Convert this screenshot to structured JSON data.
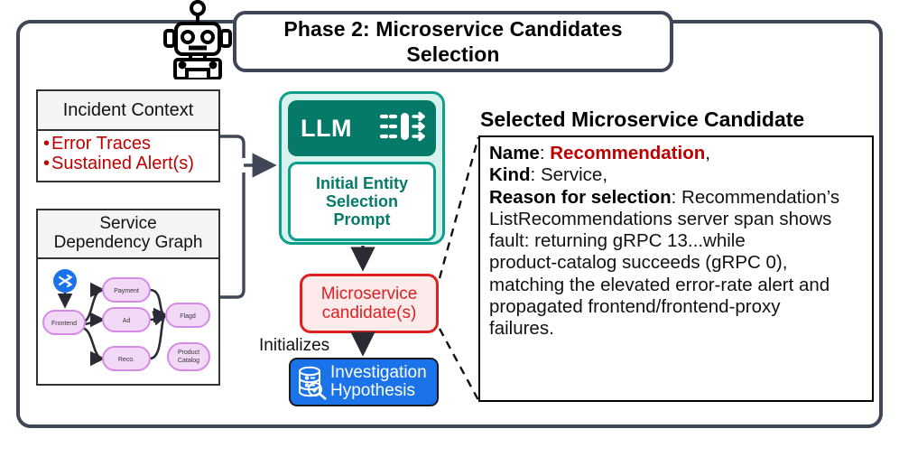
{
  "phase": {
    "title_line1": "Phase 2:  Microservice Candidates",
    "title_line2": "Selection",
    "frame_color": "#3f4756"
  },
  "robot": {
    "icon": "robot-icon"
  },
  "incident_context": {
    "heading": "Incident Context",
    "bullet_color": "#c00000",
    "items": [
      {
        "bullet": "•",
        "label": "Error Traces"
      },
      {
        "bullet": "•",
        "label": "Sustained Alert(s)"
      }
    ]
  },
  "service_dependency_graph": {
    "heading_line1": "Service",
    "heading_line2": "Dependency Graph",
    "node_fill": "#f3d9f8",
    "node_stroke": "#d58be6",
    "source_icon": "shuffle-icon",
    "source_icon_color": "#1a73e8",
    "nodes": [
      {
        "id": "frontend",
        "label": "Frontend"
      },
      {
        "id": "payment",
        "label": "Payment"
      },
      {
        "id": "ad",
        "label": "Ad"
      },
      {
        "id": "reco",
        "label": "Reco."
      },
      {
        "id": "flagd",
        "label": "Flagd"
      },
      {
        "id": "product_catalog",
        "label": "Product\nCatalog"
      }
    ],
    "edges": [
      {
        "from": "source",
        "to": "frontend"
      },
      {
        "from": "frontend",
        "to": "payment"
      },
      {
        "from": "frontend",
        "to": "ad"
      },
      {
        "from": "frontend",
        "to": "reco"
      },
      {
        "from": "payment",
        "to": "flagd"
      },
      {
        "from": "ad",
        "to": "flagd"
      },
      {
        "from": "reco",
        "to": "flagd"
      }
    ]
  },
  "llm": {
    "label": "LLM",
    "icon": "llm-inference-icon",
    "header_color": "#067a69",
    "card_fill": "#d8f3ed",
    "prompt_line1": "Initial Entity",
    "prompt_line2": "Selection",
    "prompt_line3": "Prompt"
  },
  "candidate": {
    "line1": "Microservice",
    "line2": "candidate(s)",
    "color": "#e02020"
  },
  "initializes": {
    "label": "Initializes"
  },
  "hypothesis": {
    "icon": "database-search-icon",
    "line1": "Investigation",
    "line2": "Hypothesis",
    "color": "#1a73e8"
  },
  "detail_panel": {
    "title": "Selected Microservice Candidate",
    "fields": [
      {
        "key": "Name",
        "value": "Recommendation",
        "value_style": "highlight",
        "suffix": ","
      },
      {
        "key": "Kind",
        "value": "Service",
        "value_style": "plain",
        "suffix": ","
      },
      {
        "key": "Reason for selection",
        "value": "Recommendation’s ListRecommendations server span shows fault: returning gRPC 13...while product-catalog succeeds (gRPC 0), matching the elevated error-rate alert and propagated frontend/frontend-proxy failures.",
        "value_style": "plain",
        "suffix": ""
      }
    ],
    "reason_lines": [
      "ListRecommendations server span shows",
      "fault: returning gRPC 13...while",
      "product-catalog succeeds (gRPC 0),",
      "matching the elevated error-rate alert and",
      "propagated frontend/frontend-proxy",
      "failures."
    ],
    "reason_first_tail": "Recommendation’s"
  }
}
